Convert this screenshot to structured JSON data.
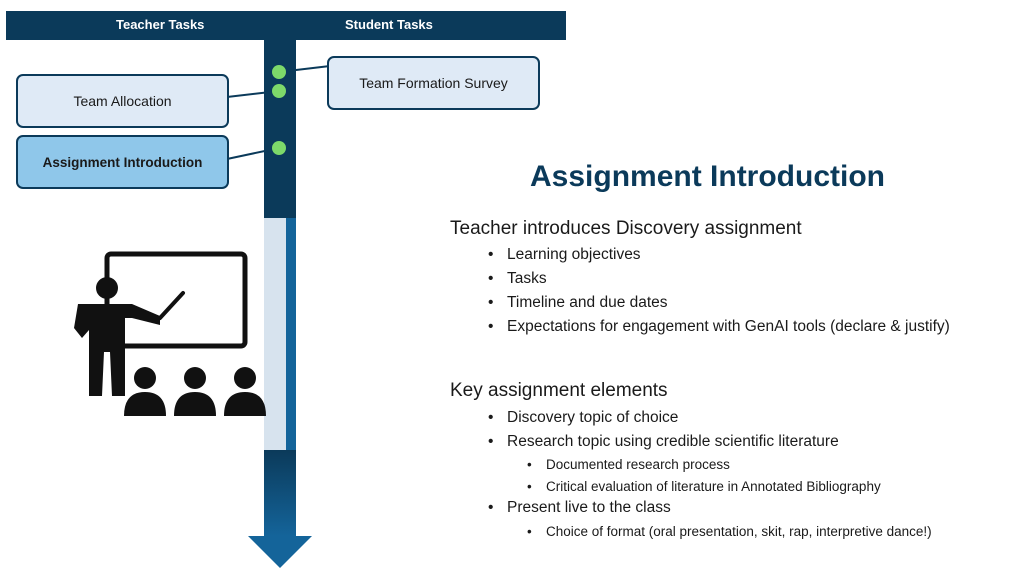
{
  "header": {
    "teacher_tasks": "Teacher Tasks",
    "student_tasks": "Student Tasks"
  },
  "callouts": {
    "survey": "Team Formation Survey",
    "allocation": "Team Allocation",
    "intro": "Assignment Introduction"
  },
  "icons": {
    "presentation": "teacher-presenting-icon"
  },
  "colors": {
    "navy": "#0b3a5a",
    "arrow_blue": "#14649a",
    "callout_light": "#dfeaf6",
    "callout_active": "#8fc7ea",
    "node_green": "#7dd96a"
  },
  "slide": {
    "title": "Assignment Introduction",
    "section1": {
      "heading": "Teacher introduces Discovery assignment",
      "bullets": [
        "Learning objectives",
        "Tasks",
        "Timeline and due dates",
        "Expectations for engagement with GenAI tools (declare & justify)"
      ]
    },
    "section2": {
      "heading": "Key assignment elements",
      "bullets": [
        "Discovery topic of choice",
        "Research topic using credible scientific literature",
        "Present live to the class"
      ],
      "sub_research": [
        "Documented research process",
        "Critical evaluation of literature in Annotated Bibliography"
      ],
      "sub_present": [
        "Choice of format (oral presentation, skit, rap, interpretive dance!)"
      ]
    }
  }
}
